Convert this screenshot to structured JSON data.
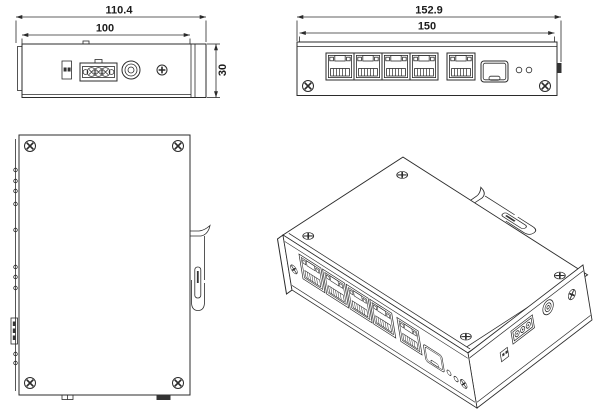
{
  "drawing": {
    "background": "#ffffff",
    "line_color": "#2b2b2b",
    "views": {
      "side_view": {
        "dim_overall_width": "110.4",
        "dim_panel_width": "100",
        "dim_height": "30",
        "components": [
          "dip-connector",
          "terminal-block",
          "ground-connector",
          "panel-screw"
        ]
      },
      "front_view": {
        "dim_overall_width": "152.9",
        "dim_panel_width": "150",
        "components": [
          "rj45-port",
          "rj45-port",
          "rj45-port",
          "rj45-port",
          "rj45-port",
          "sfp-slot",
          "led-indicator",
          "led-indicator",
          "panel-screw",
          "panel-screw",
          "side-tab"
        ]
      },
      "top_view": {
        "components": [
          "cover-screw",
          "cover-screw",
          "cover-screw",
          "cover-screw",
          "edge-notches",
          "side-connector",
          "din-rail-clip",
          "mounting-tab",
          "mounting-tab"
        ]
      },
      "isometric_view": {
        "components": [
          "rj45-port",
          "rj45-port",
          "rj45-port",
          "rj45-port",
          "rj45-port",
          "sfp-slot",
          "led-indicator",
          "led-indicator",
          "cover-screw",
          "cover-screw",
          "cover-screw",
          "cover-screw",
          "din-rail-clip",
          "dip-connector",
          "terminal-block",
          "ground-connector",
          "panel-screw"
        ]
      }
    }
  }
}
